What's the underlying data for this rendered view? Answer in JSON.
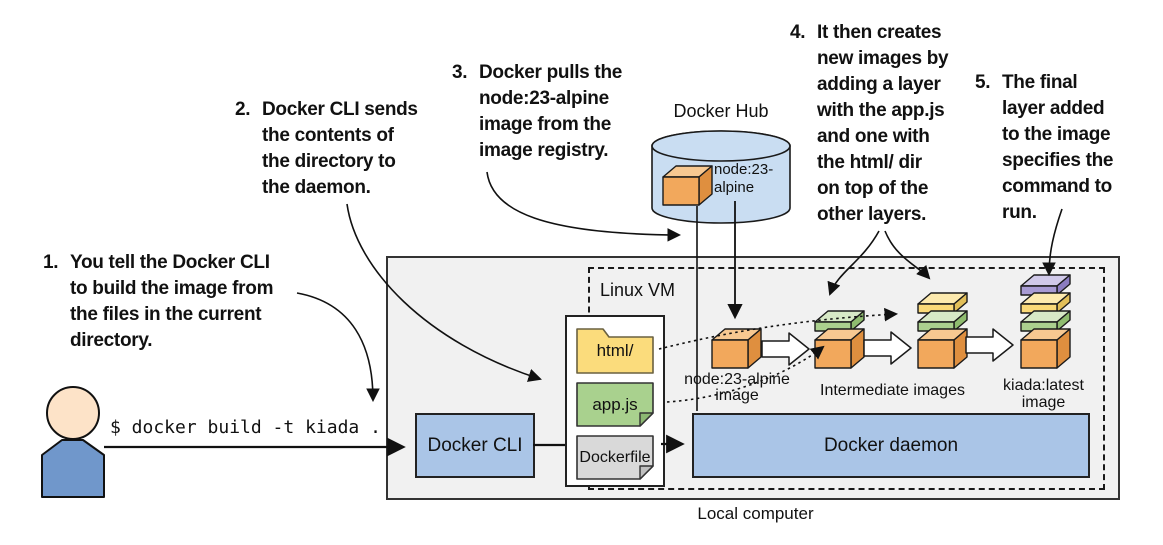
{
  "figure": "docker-build-process-diagram",
  "annotations": [
    {
      "num": "1.",
      "lines": [
        "You tell the Docker CLI",
        "to build the image from",
        "the files in the current",
        "directory."
      ]
    },
    {
      "num": "2.",
      "lines": [
        "Docker CLI sends",
        "the contents of",
        "the directory to",
        "the daemon."
      ]
    },
    {
      "num": "3.",
      "lines": [
        "Docker pulls the",
        "node:23-alpine",
        "image from the",
        "image registry."
      ]
    },
    {
      "num": "4.",
      "lines": [
        "It then creates",
        "new images by",
        "adding a layer",
        "with the app.js",
        "and one with",
        "the html/ dir",
        "on top of the",
        "other layers."
      ]
    },
    {
      "num": "5.",
      "lines": [
        "The final",
        "layer added",
        "to the image",
        "specifies the",
        "command to",
        "run."
      ]
    }
  ],
  "command": "$ docker build -t kiada .",
  "labels": {
    "docker_hub": "Docker Hub",
    "hub_image_line1": "node:23-",
    "hub_image_line2": "alpine",
    "linux_vm": "Linux VM",
    "docker_cli": "Docker CLI",
    "docker_daemon": "Docker daemon",
    "local_computer": "Local computer",
    "node_image_line1": "node:23-alpine",
    "node_image_line2": "image",
    "intermediate_images": "Intermediate images",
    "kiada_line1": "kiada:latest",
    "kiada_line2": "image",
    "folder_html": "html/",
    "file_appjs": "app.js",
    "file_dockerfile": "Dockerfile"
  },
  "icons": {
    "person": "head-and-shoulders figure",
    "docker_hub": "database cylinder",
    "image": "orange 3D cube",
    "image_layer": "thin 3D slab (green=app.js, yellow=html, purple=command)",
    "folder": "yellow folder",
    "file": "page with folded corner",
    "block_arrow": "white fat right arrow"
  },
  "colors": {
    "canvas_bg": "#ffffff",
    "outer_box_fill": "#f1f1f1",
    "outer_box_border": "#333333",
    "blue_box": "#aac5e7",
    "hub_cylinder": "#c9ddf2",
    "cube_orange": "#f2a85c",
    "layer_green": "#abd08e",
    "layer_yellow": "#fad978",
    "layer_purple": "#a89bd4",
    "folder_yellow": "#fbdc7c",
    "file_green": "#a9d18e",
    "file_gray": "#d9d9d9",
    "person_body": "#7097cb",
    "person_head": "#fde3c8"
  }
}
